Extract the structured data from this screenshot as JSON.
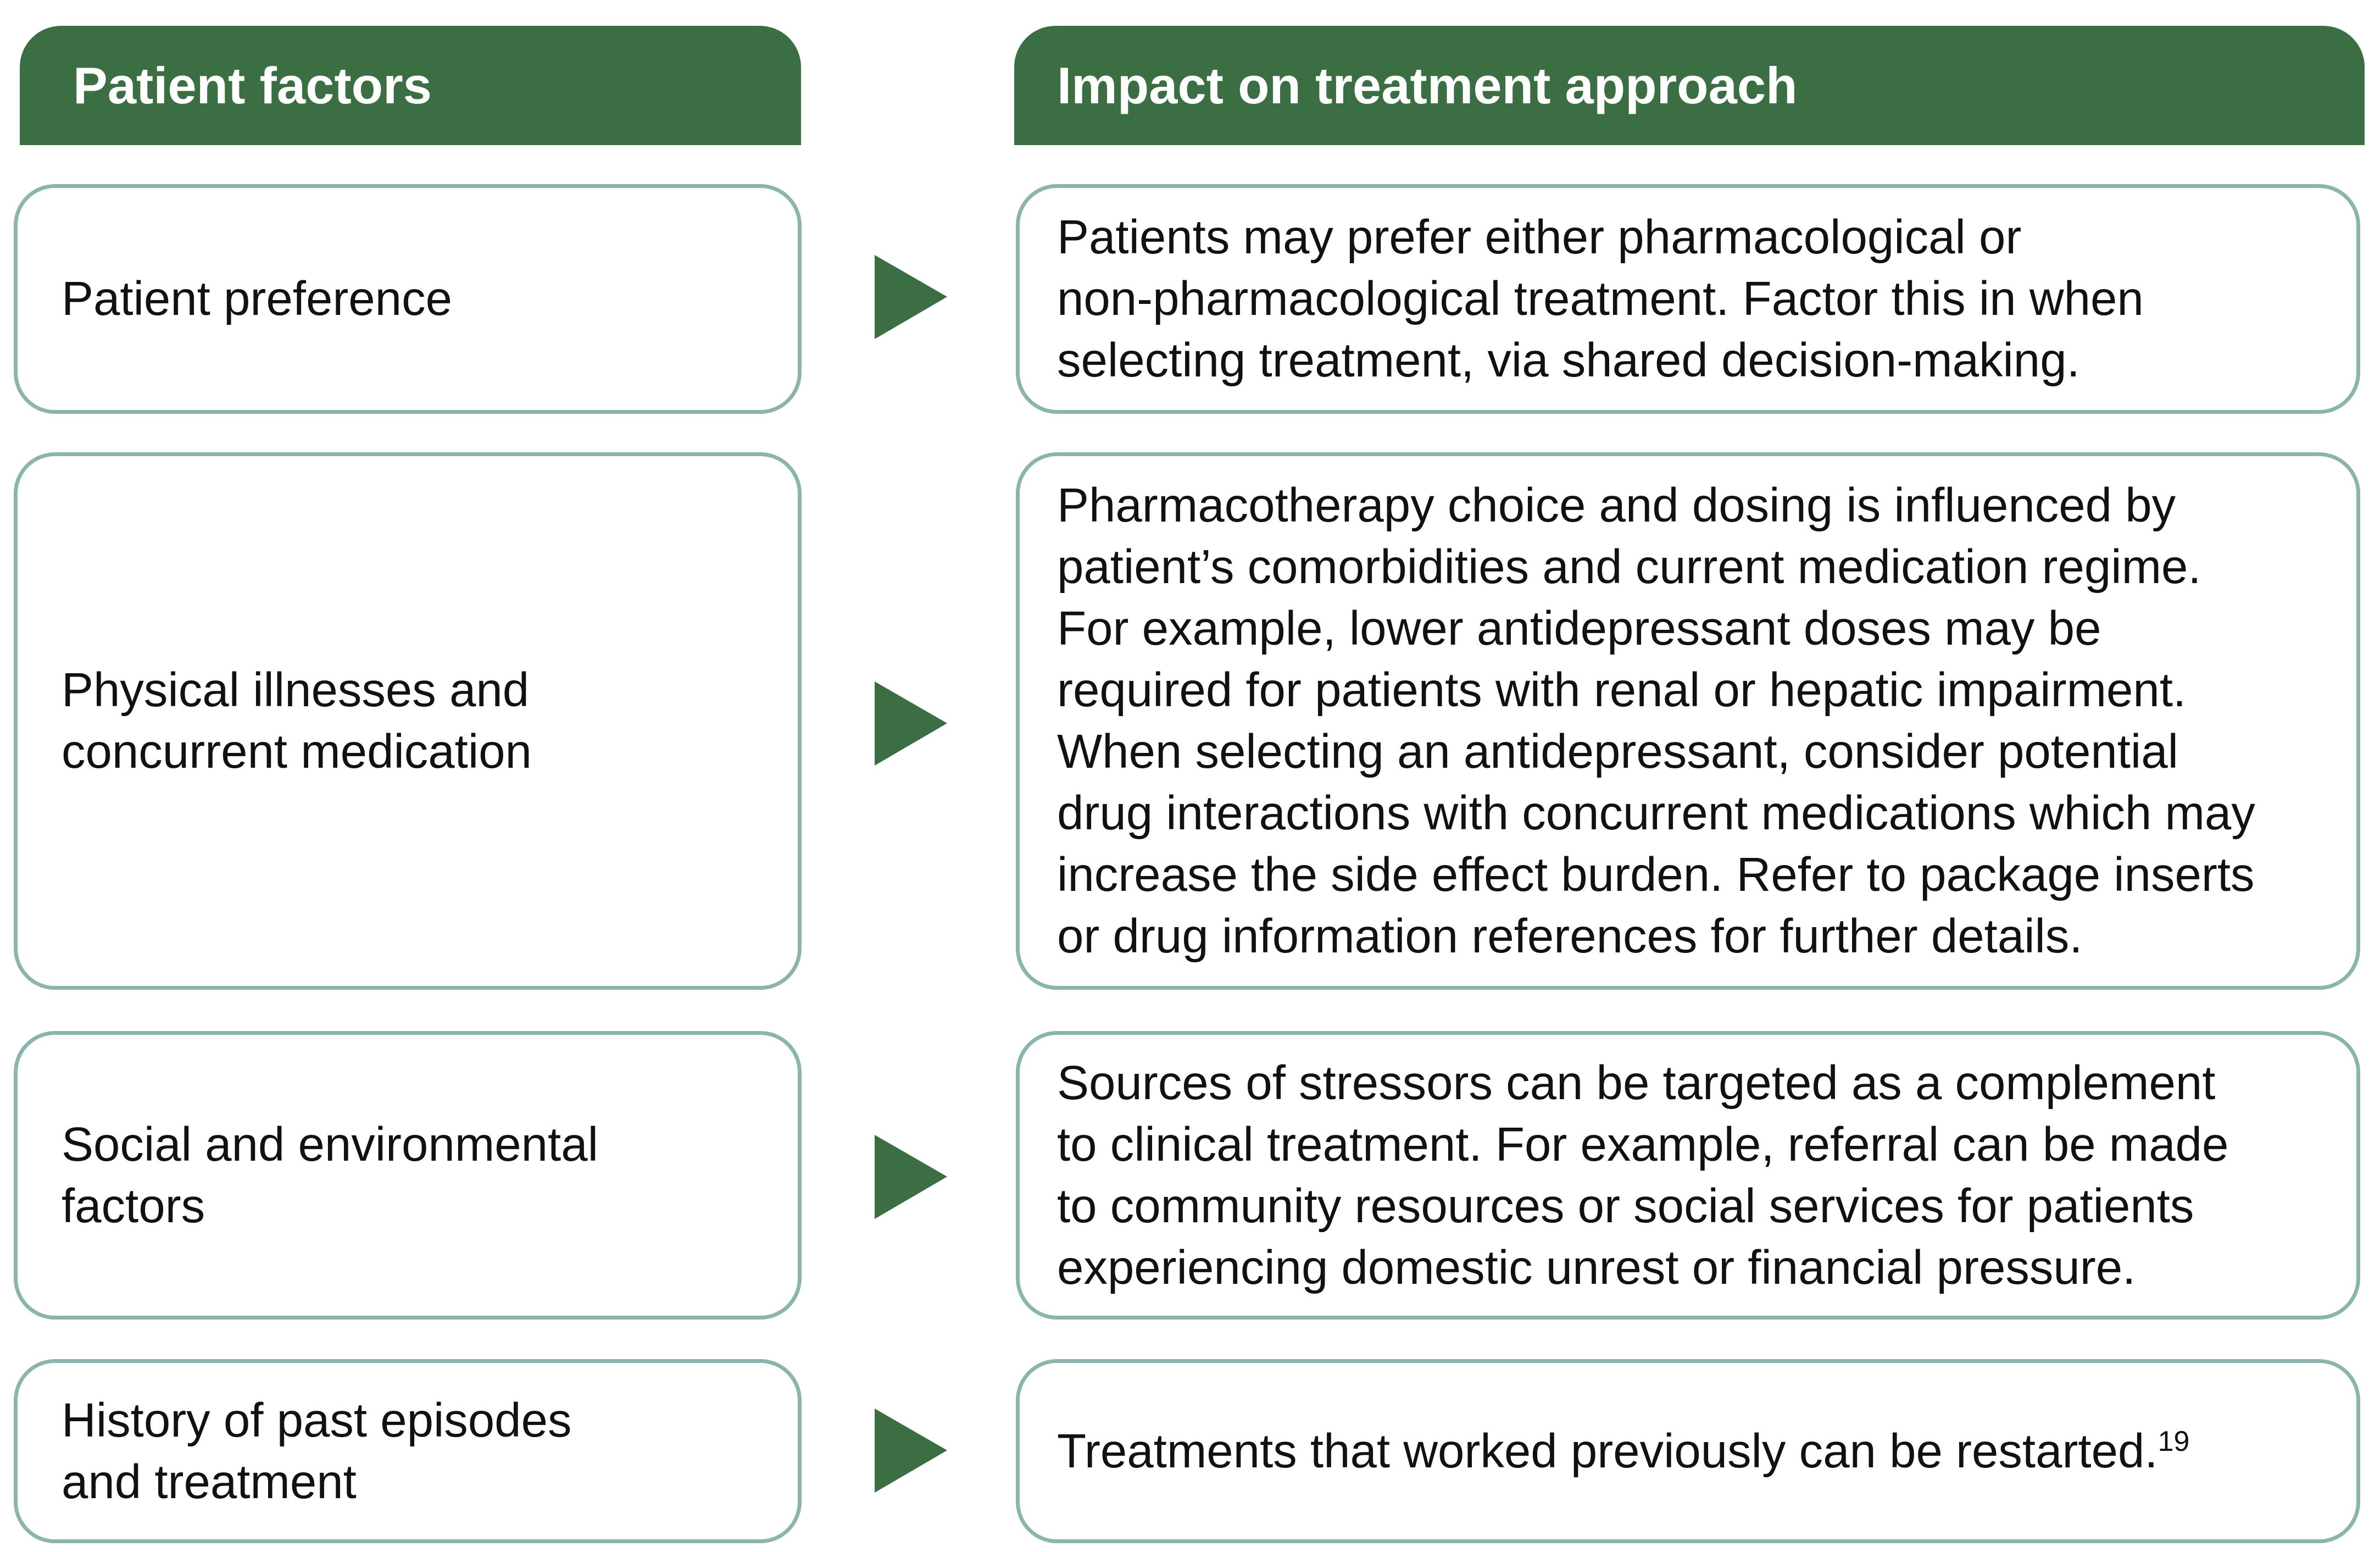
{
  "headers": {
    "left": "Patient factors",
    "right": "Impact on treatment approach"
  },
  "rows": [
    {
      "factor": "Patient preference",
      "impact": "Patients may prefer either pharmacological or\nnon-pharmacological treatment. Factor this in when\nselecting treatment, via shared decision-making.",
      "sup": ""
    },
    {
      "factor": "Physical illnesses and\nconcurrent medication",
      "impact": "Pharmacotherapy choice and dosing is influenced by\npatient’s comorbidities and current medication regime.\nFor example, lower antidepressant doses may be\nrequired for patients with renal or hepatic impairment.\nWhen selecting an antidepressant, consider potential\ndrug interactions with concurrent medications which may\nincrease the side effect burden. Refer to package inserts\nor drug information references for further details.",
      "sup": ""
    },
    {
      "factor": "Social and environmental\nfactors",
      "impact": "Sources of stressors can be targeted as a complement\nto clinical treatment. For example, referral can be made\nto community resources or social services for patients\nexperiencing domestic unrest or financial pressure.",
      "sup": ""
    },
    {
      "factor": "History of past episodes\nand treatment",
      "impact": "Treatments that worked previously can be restarted.",
      "sup": "19"
    }
  ],
  "colors": {
    "header_fill": "#3b6e42",
    "box_border": "#8ab5ae",
    "arrow_fill": "#3b6e42"
  },
  "icons": {
    "connector": "play-triangle-icon"
  }
}
